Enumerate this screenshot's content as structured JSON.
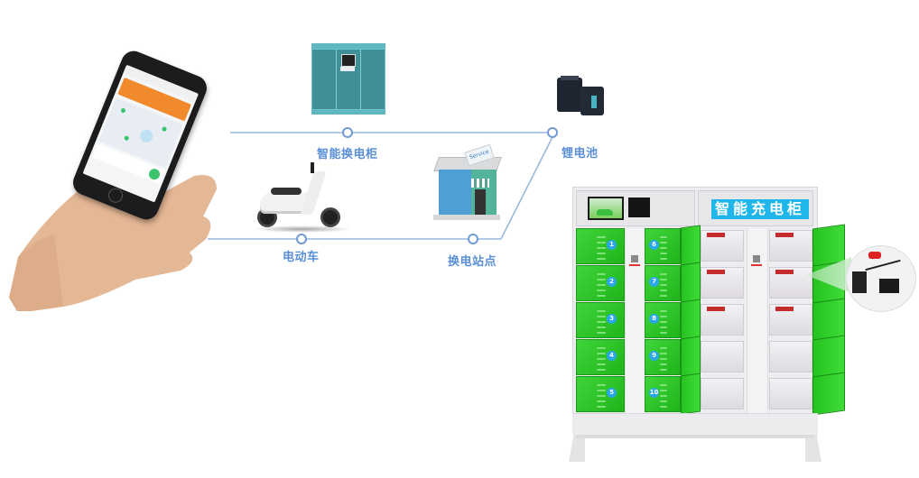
{
  "diagram": {
    "title_sign": "智能充电柜",
    "nodes": [
      {
        "id": "smart-swap-cabinet",
        "label": "智能换电柜"
      },
      {
        "id": "lithium-battery",
        "label": "锂电池"
      },
      {
        "id": "electric-vehicle",
        "label": "电动车"
      },
      {
        "id": "swap-station",
        "label": "换电站点"
      }
    ],
    "store_sign": "Service",
    "cabinet": {
      "left_column_numbers": [
        "1",
        "2",
        "3",
        "4",
        "5"
      ],
      "right_column_numbers": [
        "6",
        "7",
        "8",
        "9",
        "10"
      ]
    }
  },
  "colors": {
    "line": "#9ab8de",
    "label": "#5a8fd6",
    "locker_green": "#2bc425",
    "sign_bg": "#1fb6ec",
    "swap_cabinet": "#3e8f98"
  }
}
